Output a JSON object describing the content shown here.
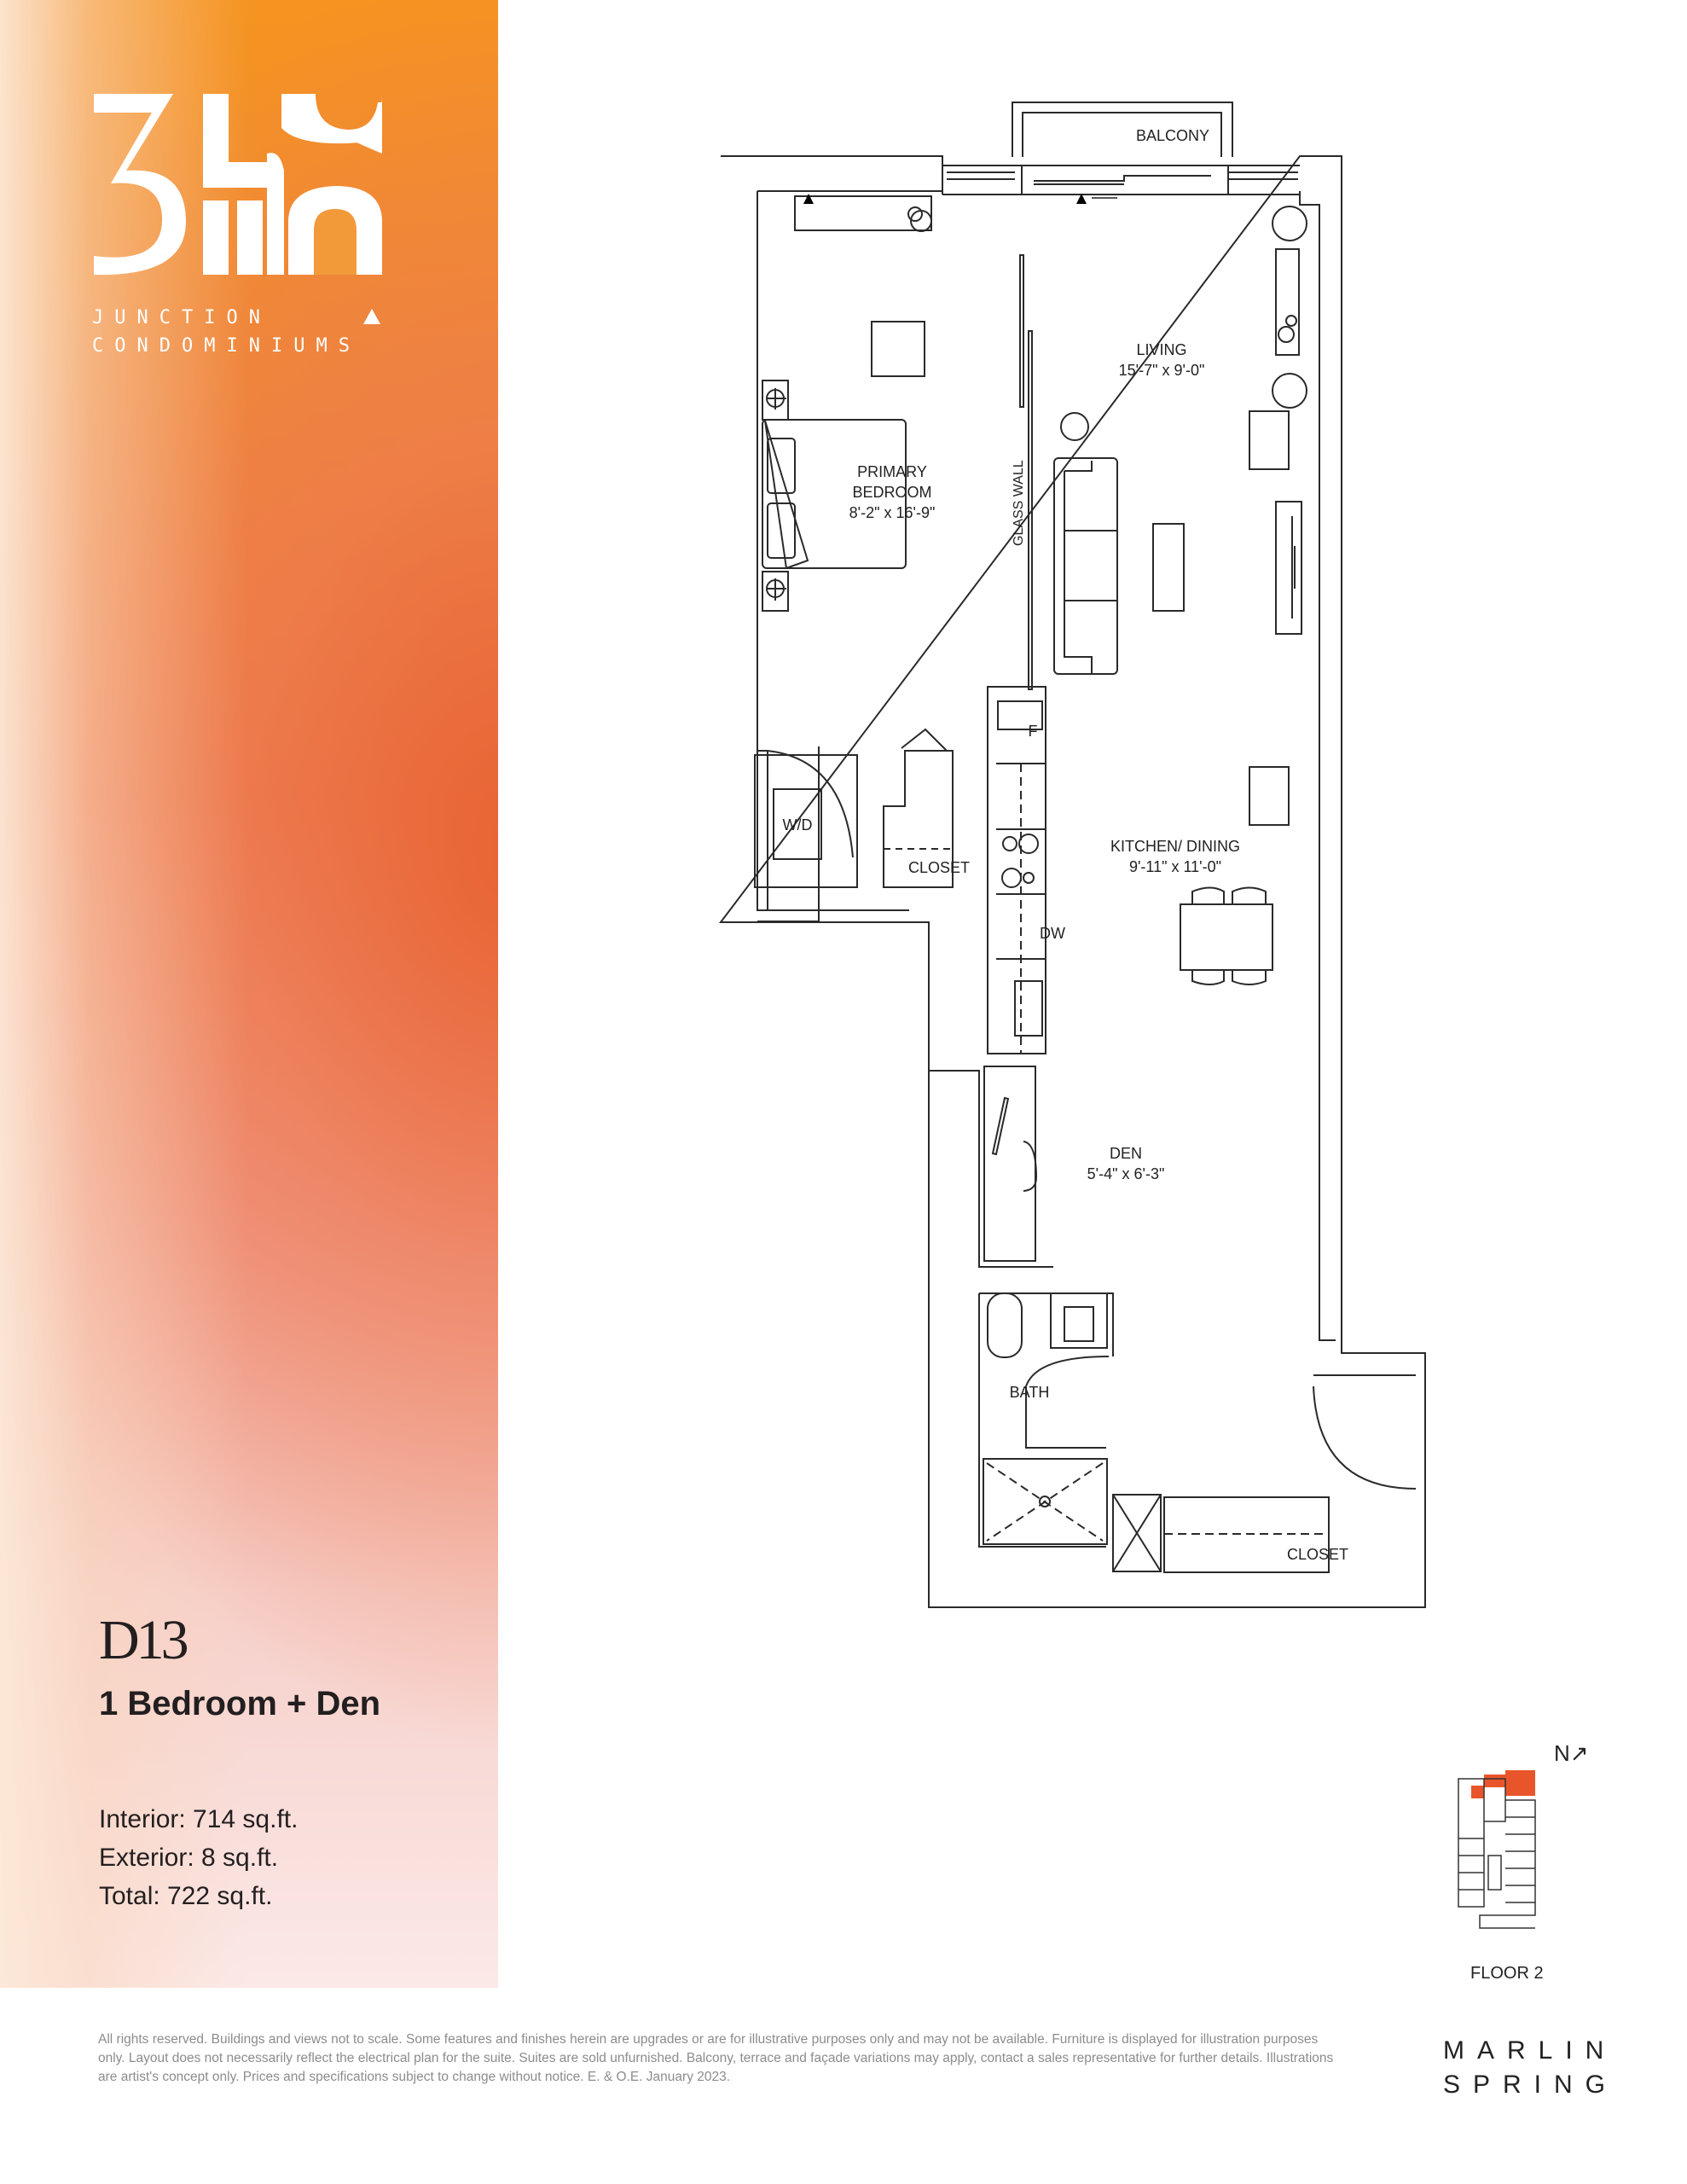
{
  "brand": {
    "logo_mark": "316",
    "line1": "JUNCTION",
    "line2": "CONDOMINIUMS",
    "accent_colors": [
      "#f5951f",
      "#e8623a",
      "#f7d2cc"
    ]
  },
  "unit": {
    "code": "D13",
    "type": "1 Bedroom + Den",
    "areas": [
      {
        "label": "Interior: 714 sq.ft."
      },
      {
        "label": "Exterior: 8 sq.ft."
      },
      {
        "label": "Total: 722 sq.ft."
      }
    ]
  },
  "floorplan": {
    "rooms": [
      {
        "name": "BALCONY",
        "dims": ""
      },
      {
        "name": "LIVING",
        "dims": "15'-7\" x 9'-0\""
      },
      {
        "name": "PRIMARY BEDROOM",
        "name_lines": [
          "PRIMARY",
          "BEDROOM"
        ],
        "dims": "8'-2\" x 16'-9\""
      },
      {
        "name": "KITCHEN/ DINING",
        "dims": "9'-11\" x 11'-0\""
      },
      {
        "name": "DEN",
        "dims": "5'-4\" x 6'-3\""
      },
      {
        "name": "BATH",
        "dims": ""
      },
      {
        "name": "W/D",
        "dims": ""
      },
      {
        "name": "CLOSET",
        "dims": ""
      },
      {
        "name": "CLOSET",
        "dims": ""
      }
    ],
    "labels": {
      "glass_wall": "GLASS WALL",
      "fridge": "F",
      "dishwasher": "DW"
    }
  },
  "keyplan": {
    "north": "N",
    "floor": "FLOOR 2",
    "highlight_color": "#e8552a"
  },
  "developer": {
    "line1": "MARLIN",
    "line2": "SPRING"
  },
  "disclaimer": "All rights reserved. Buildings and views not to scale. Some features and finishes herein are upgrades or are for illustrative purposes only and may not be available. Furniture is displayed for illustration purposes only. Layout does not necessarily reflect the electrical plan for the suite. Suites are sold unfurnished. Balcony, terrace and façade variations may apply, contact a sales representative for further details. Illustrations are artist's concept only. Prices and specifications subject to change without notice. E. & O.E. January 2023."
}
